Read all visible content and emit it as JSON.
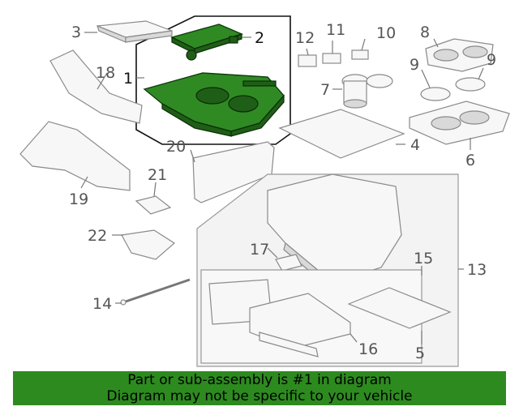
{
  "callouts": {
    "c1": "1",
    "c2": "2",
    "c3": "3",
    "c4": "4",
    "c5": "5",
    "c6": "6",
    "c7": "7",
    "c8": "8",
    "c9a": "9",
    "c9b": "9",
    "c10": "10",
    "c11": "11",
    "c12": "12",
    "c13": "13",
    "c14": "14",
    "c15": "15",
    "c16": "16",
    "c17": "17",
    "c18": "18",
    "c19": "19",
    "c20": "20",
    "c21": "21",
    "c22": "22"
  },
  "footer": {
    "line1": "Part or sub-assembly is #1 in diagram",
    "line2": "Diagram may not be specific to your vehicle"
  },
  "colors": {
    "highlight": "#2f8a24",
    "footer_bg": "#2d8a1f"
  }
}
